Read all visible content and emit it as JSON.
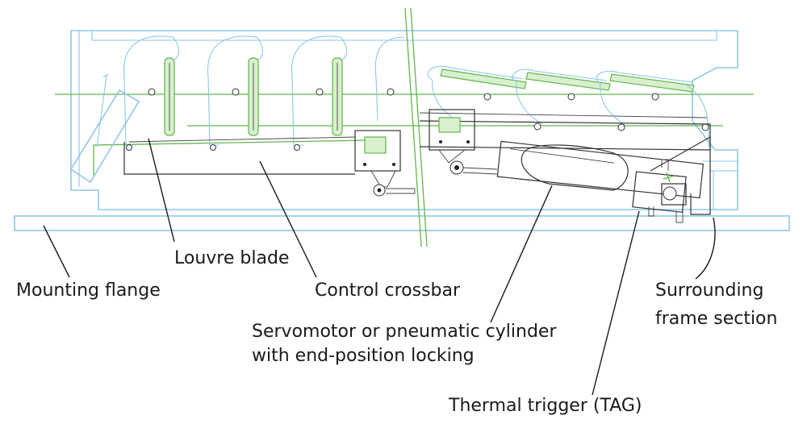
{
  "labels": {
    "louvre_blade": "Louvre blade",
    "mounting_flange": "Mounting flange",
    "control_crossbar": "Control crossbar",
    "surrounding_frame_1": "Surrounding",
    "surrounding_frame_2": "frame section",
    "servomotor_1": "Servomotor or pneumatic cylinder",
    "servomotor_2": "with end-position locking",
    "thermal_trigger": "Thermal trigger (TAG)"
  },
  "colors": {
    "frame": "#8ec7e8",
    "mechanism": "#5fb84a",
    "hardware": "#333333",
    "text": "#1a1a1a"
  }
}
